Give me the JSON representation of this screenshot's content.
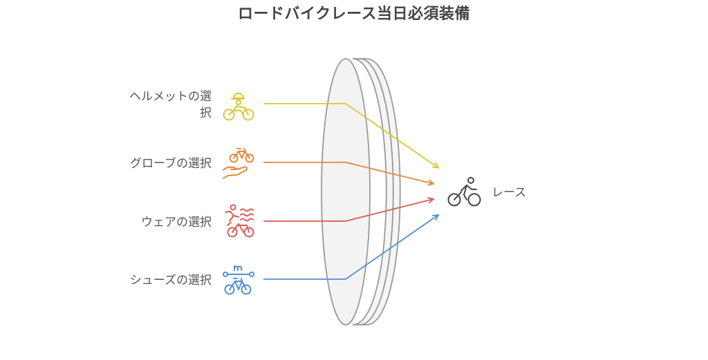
{
  "title": "ロードバイクレース当日必須装備",
  "inputs": [
    {
      "id": "helmet",
      "label_lines": [
        "ヘルメットの選",
        "択"
      ],
      "color": "#dcc62d",
      "icon": "helmet-cyclist-icon"
    },
    {
      "id": "gloves",
      "label_lines": [
        "グローブの選択"
      ],
      "color": "#e08a3a",
      "icon": "hand-bike-icon"
    },
    {
      "id": "wear",
      "label_lines": [
        "ウェアの選択"
      ],
      "color": "#dc5a52",
      "icon": "triathlete-icon"
    },
    {
      "id": "shoes",
      "label_lines": [
        "シューズの選択"
      ],
      "color": "#4d8ed8",
      "icon": "bike-distance-icon"
    }
  ],
  "output": {
    "label": "レース",
    "color": "#444444",
    "icon": "cyclist-icon"
  },
  "lens_color": "#999999"
}
